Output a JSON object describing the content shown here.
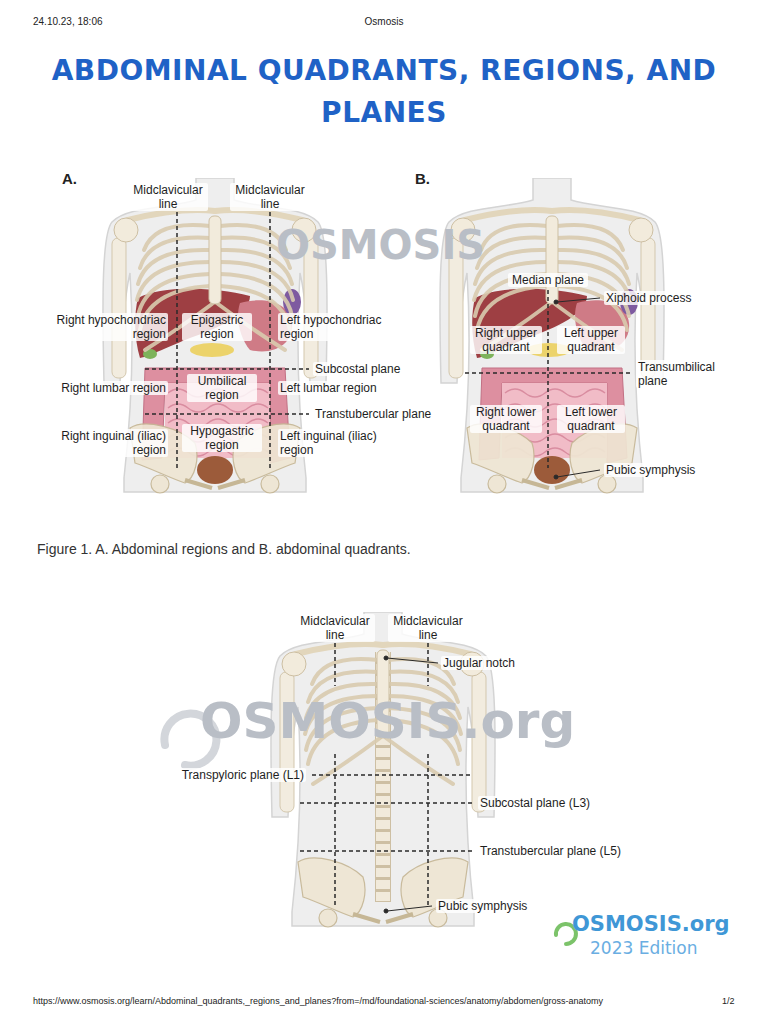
{
  "diagram": {
    "title": "ABDOMINAL QUADRANTS, REGIONS, AND PLANES",
    "caption": "Figure 1. A. Abdominal regions and B. abdominal quadrants.",
    "labels": [
      "24.10.23, 18:06",
      "Osmosis",
      "A.",
      "Midclavicular line",
      "Midclavicular line",
      "Right hypochondriac region",
      "Epigastric region",
      "Left hypochondriac region",
      "Subcostal plane",
      "Right lumbar region",
      "Umbilical region",
      "Left lumbar region",
      "Transtubercular plane",
      "Right inguinal (iliac) region",
      "Hypogastric region",
      "Left inguinal (iliac) region",
      "OSMOSIS",
      "B.",
      "Median plane",
      "Xiphoid process",
      "Right upper quadrant",
      "Left upper quadrant",
      "Transumbilical plane",
      "Right lower quadrant",
      "Left lower quadrant",
      "Pubic symphysis",
      "Midclavicular line",
      "Midclavicular line",
      "Jugular notch",
      "Transpyloric plane (L1)",
      "Subcostal plane (L3)",
      "Transtubercular plane (L5)",
      "Pubic symphysis",
      "OSMOSIS.org",
      "OSMOSIS.org",
      "2023 Edition",
      "https://www.osmosis.org/learn/Abdominal_quadrants,_regions_and_planes?from=/md/foundational-sciences/anatomy/abdomen/gross-anatomy",
      "1/2"
    ]
  }
}
